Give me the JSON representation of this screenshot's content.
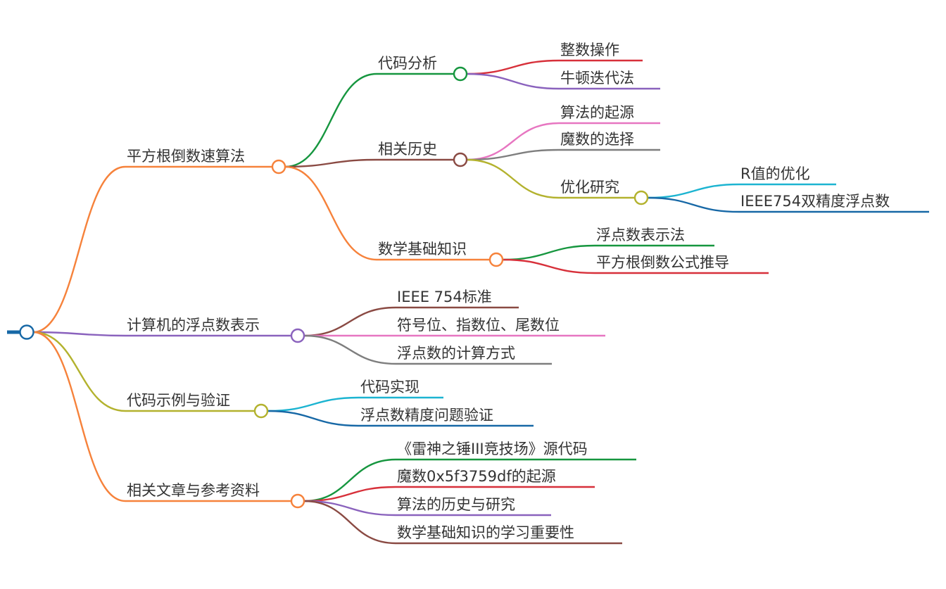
{
  "colors": {
    "orange": "#F6823B",
    "green": "#16963F",
    "red": "#D7303A",
    "purple": "#8A62BD",
    "brown": "#8A4A43",
    "pink": "#E776C1",
    "gray": "#7E7E7E",
    "olive": "#B3B22E",
    "cyan": "#1CB4D1",
    "blue": "#1768A6",
    "text": "#333333"
  },
  "mindmap": {
    "root": {
      "label": "",
      "color": "blue"
    },
    "branches": [
      {
        "label": "平方根倒数速算法",
        "color": "orange",
        "children": [
          {
            "label": "代码分析",
            "color": "green",
            "children": [
              {
                "label": "整数操作",
                "color": "red"
              },
              {
                "label": "牛顿迭代法",
                "color": "purple"
              }
            ]
          },
          {
            "label": "相关历史",
            "color": "brown",
            "children": [
              {
                "label": "算法的起源",
                "color": "pink"
              },
              {
                "label": "魔数的选择",
                "color": "gray"
              },
              {
                "label": "优化研究",
                "color": "olive",
                "children": [
                  {
                    "label": "R值的优化",
                    "color": "cyan"
                  },
                  {
                    "label": "IEEE754双精度浮点数",
                    "color": "blue"
                  }
                ]
              }
            ]
          },
          {
            "label": "数学基础知识",
            "color": "orange",
            "children": [
              {
                "label": "浮点数表示法",
                "color": "green"
              },
              {
                "label": "平方根倒数公式推导",
                "color": "red"
              }
            ]
          }
        ]
      },
      {
        "label": "计算机的浮点数表示",
        "color": "purple",
        "children": [
          {
            "label": "IEEE 754标准",
            "color": "brown"
          },
          {
            "label": "符号位、指数位、尾数位",
            "color": "pink"
          },
          {
            "label": "浮点数的计算方式",
            "color": "gray"
          }
        ]
      },
      {
        "label": "代码示例与验证",
        "color": "olive",
        "children": [
          {
            "label": "代码实现",
            "color": "cyan"
          },
          {
            "label": "浮点数精度问题验证",
            "color": "blue"
          }
        ]
      },
      {
        "label": "相关文章与参考资料",
        "color": "orange",
        "children": [
          {
            "label": "《雷神之锤III竞技场》源代码",
            "color": "green"
          },
          {
            "label": "魔数0x5f3759df的起源",
            "color": "red"
          },
          {
            "label": "算法的历史与研究",
            "color": "purple"
          },
          {
            "label": "数学基础知识的学习重要性",
            "color": "brown"
          }
        ]
      }
    ]
  }
}
